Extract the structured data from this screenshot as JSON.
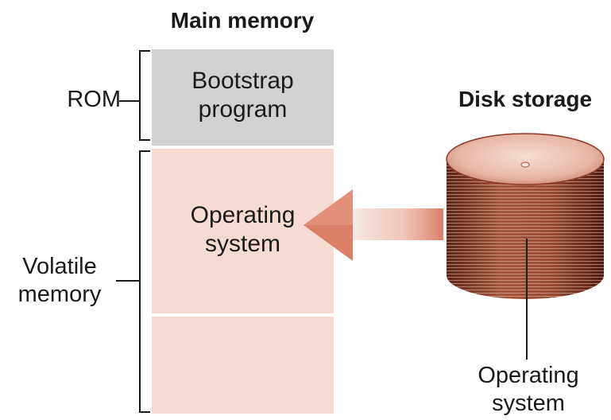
{
  "main_memory": {
    "title": "Main memory",
    "rom_label": "ROM",
    "volatile_label": "Volatile\nmemory",
    "bootstrap_text": "Bootstrap\nprogram",
    "os_text": "Operating\nsystem"
  },
  "disk": {
    "title": "Disk storage",
    "os_text": "Operating\nsystem"
  },
  "colors": {
    "rom_fill": "#d0d2d2",
    "ram_fill": "#f7dbd3",
    "arrow": "#db8068",
    "disk": "#8a3a26"
  }
}
